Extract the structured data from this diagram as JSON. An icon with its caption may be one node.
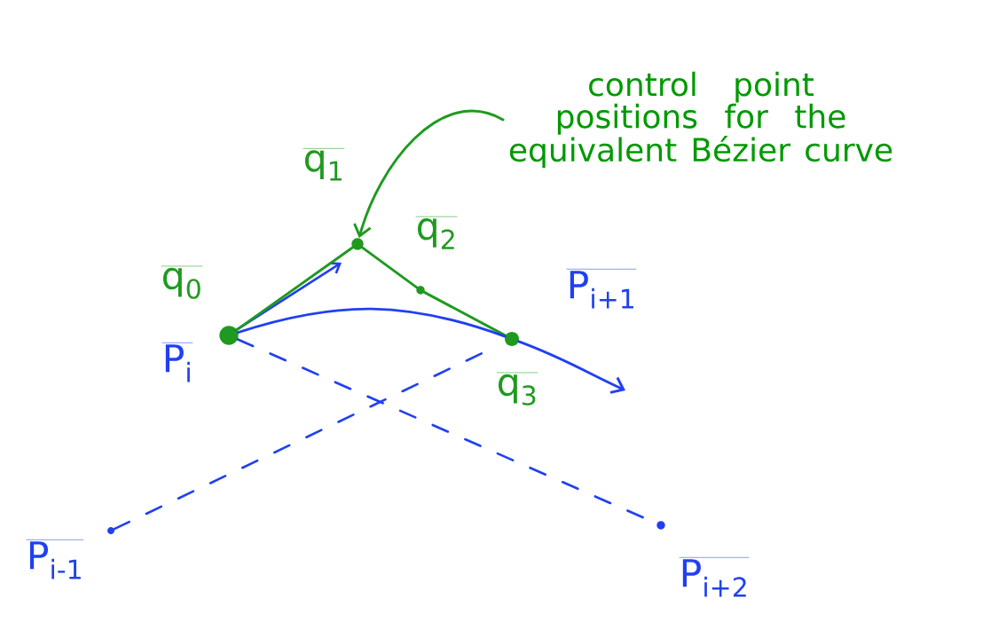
{
  "diagram": {
    "nodes": [
      {
        "text": [],
        "shape": "circle",
        "beside": [
          "q$_{0}$",
          "P$_{i}$"
        ]
      },
      {
        "text": [],
        "shape": "circle",
        "beside": [
          "q$_{1}$"
        ]
      },
      {
        "text": [],
        "shape": "circle",
        "beside": [
          "q$_{2}$"
        ]
      },
      {
        "text": [],
        "shape": "circle",
        "beside": [
          "q$_{3}$",
          "P$_{i+1}$"
        ]
      },
      {
        "text": [],
        "shape": "circle",
        "beside": [
          "P$_{i-1}$"
        ]
      },
      {
        "text": [],
        "shape": "circle",
        "beside": [
          "P$_{i+2}$"
        ]
      },
      {
        "text": [
          "control point positions for the equivalent Bézier curve"
        ]
      }
    ],
    "edges": [
      {
        "from": 0,
        "to": 1,
        "arrow": "none",
        "color": "#1f9a1f"
      },
      {
        "from": 1,
        "to": 2,
        "arrow": "none",
        "color": "#1f9a1f"
      },
      {
        "from": 2,
        "to": 3,
        "arrow": "none",
        "color": "#1f9a1f"
      },
      {
        "from": 0,
        "to": 3,
        "arrow": "none",
        "color": "#2040f0"
      },
      {
        "from": 3,
        "to": null,
        "arrow": "to",
        "color": "#2040f0"
      },
      {
        "from": 4,
        "to": 3,
        "arrow": "none",
        "style": "dashed",
        "color": "#2040f0"
      },
      {
        "from": 0,
        "to": 5,
        "arrow": "none",
        "style": "dashed",
        "color": "#2040f0"
      },
      {
        "from": 6,
        "to": 1,
        "arrow": "to",
        "color": "#1f9a1f"
      }
    ]
  }
}
